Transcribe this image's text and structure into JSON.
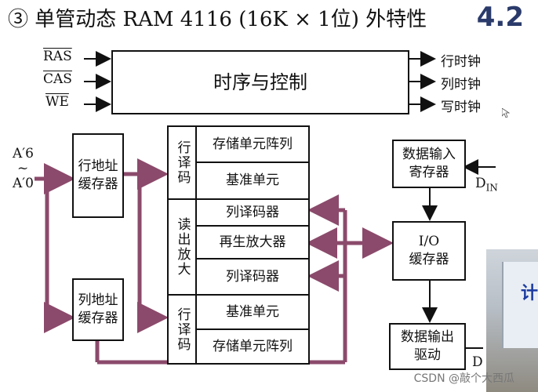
{
  "title": "③ 单管动态 RAM 4116 (16K × 1位) 外特性",
  "section_number": "4.2",
  "control_block": {
    "label": "时序与控制",
    "inputs": [
      "RAS",
      "CAS",
      "WE"
    ],
    "outputs": [
      "行时钟",
      "列时钟",
      "写时钟"
    ]
  },
  "address": {
    "top": "A′6",
    "tilde": "~",
    "bottom": "A′0"
  },
  "row_addr_buffer": "行地址\n缓存器",
  "col_addr_buffer": "列地址\n缓存器",
  "upper_decoder_label": "行译码",
  "upper_cells": [
    "存储单元阵列",
    "基准单元"
  ],
  "sense_label": "读出放大",
  "sense_cells": [
    "列译码器",
    "再生放大器",
    "列译码器"
  ],
  "lower_decoder_label": "行译码",
  "lower_cells": [
    "基准单元",
    "存储单元阵列"
  ],
  "data_in_register": "数据输入\n寄存器",
  "din": {
    "main": "D",
    "sub": "IN"
  },
  "io_buffer": "I/O\n缓存器",
  "data_out_driver": "数据输出\n驱动",
  "dout": {
    "main": "D"
  },
  "photo_text": "计",
  "watermark": "CSDN @敲个大西瓜",
  "colors": {
    "arrow_main": "#8b4a6b",
    "line": "#111111",
    "section_number": "#2a3a6a"
  }
}
